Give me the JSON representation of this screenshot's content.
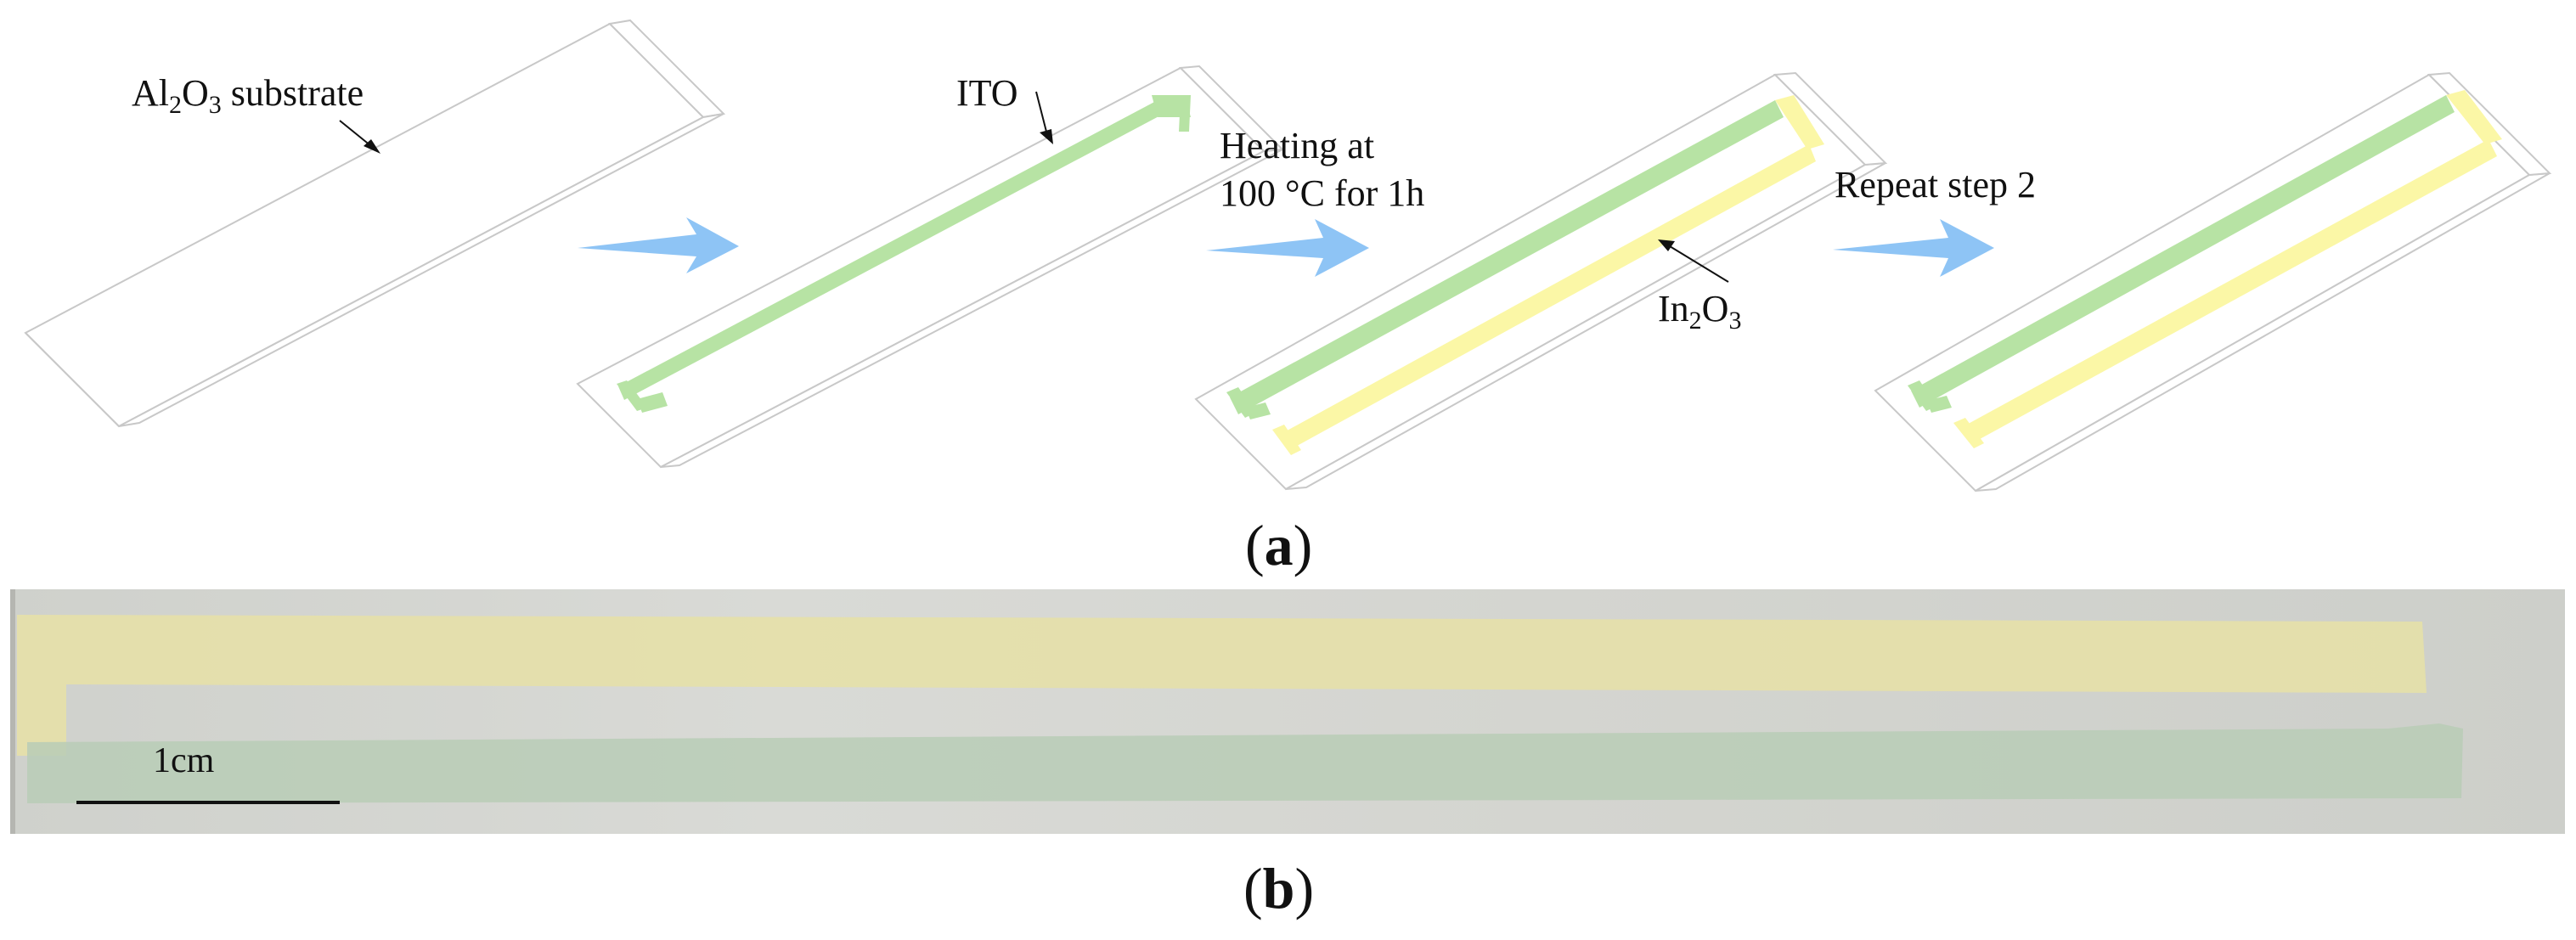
{
  "labels": {
    "substrate": {
      "pre": "Al",
      "s1": "2",
      "mid": "O",
      "s2": "3",
      "post": " substrate"
    },
    "ito": "ITO",
    "heating_line1": "Heating at",
    "heating_line2": "100 °C for 1h",
    "in2o3": {
      "pre": "In",
      "s1": "2",
      "mid": "O",
      "s2": "3"
    },
    "repeat": "Repeat step 2"
  },
  "captions": {
    "a": {
      "open": "(",
      "letter": "a",
      "close": ")"
    },
    "b": {
      "open": "(",
      "letter": "b",
      "close": ")"
    }
  },
  "photo": {
    "scale_bar_label": "1cm"
  },
  "colors": {
    "ito_green": "#b7e3a4",
    "in2o3_yellow": "#fbf7a6",
    "arrow_blue": "#8ec4f5",
    "outline_gray": "#c8c8c8",
    "photo_yellow": "#e6e0a9",
    "photo_green": "#b9cdb6"
  }
}
